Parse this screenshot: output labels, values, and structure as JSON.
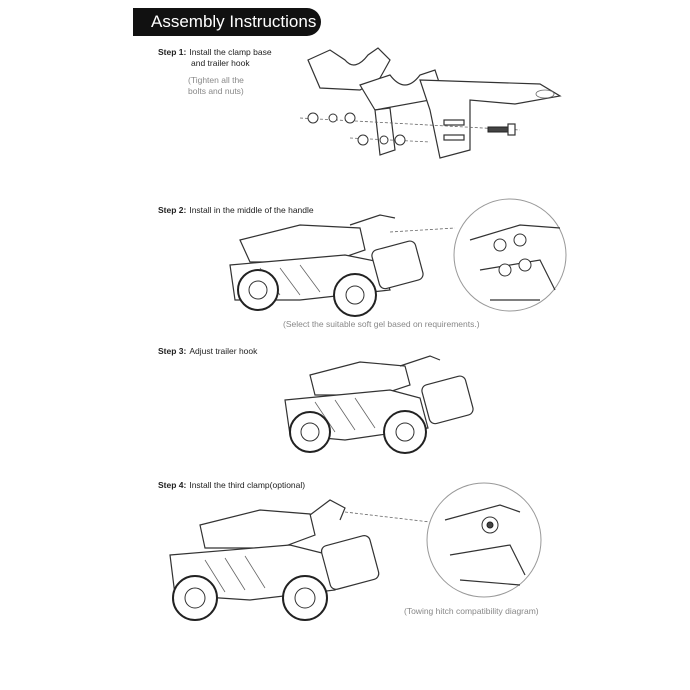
{
  "title": "Assembly Instructions",
  "steps": [
    {
      "label": "Step 1:",
      "text_line1": "Install the clamp base",
      "text_line2": "and trailer hook",
      "note_line1": "(Tighten all the",
      "note_line2": "bolts and nuts)"
    },
    {
      "label": "Step 2:",
      "text": "Install in the middle of the handle",
      "note": "(Select the suitable soft gel based on requirements.)"
    },
    {
      "label": "Step 3:",
      "text": "Adjust trailer hook"
    },
    {
      "label": "Step 4:",
      "text": "Install the third clamp(optional)",
      "note": "(Towing hitch compatibility diagram)"
    }
  ]
}
